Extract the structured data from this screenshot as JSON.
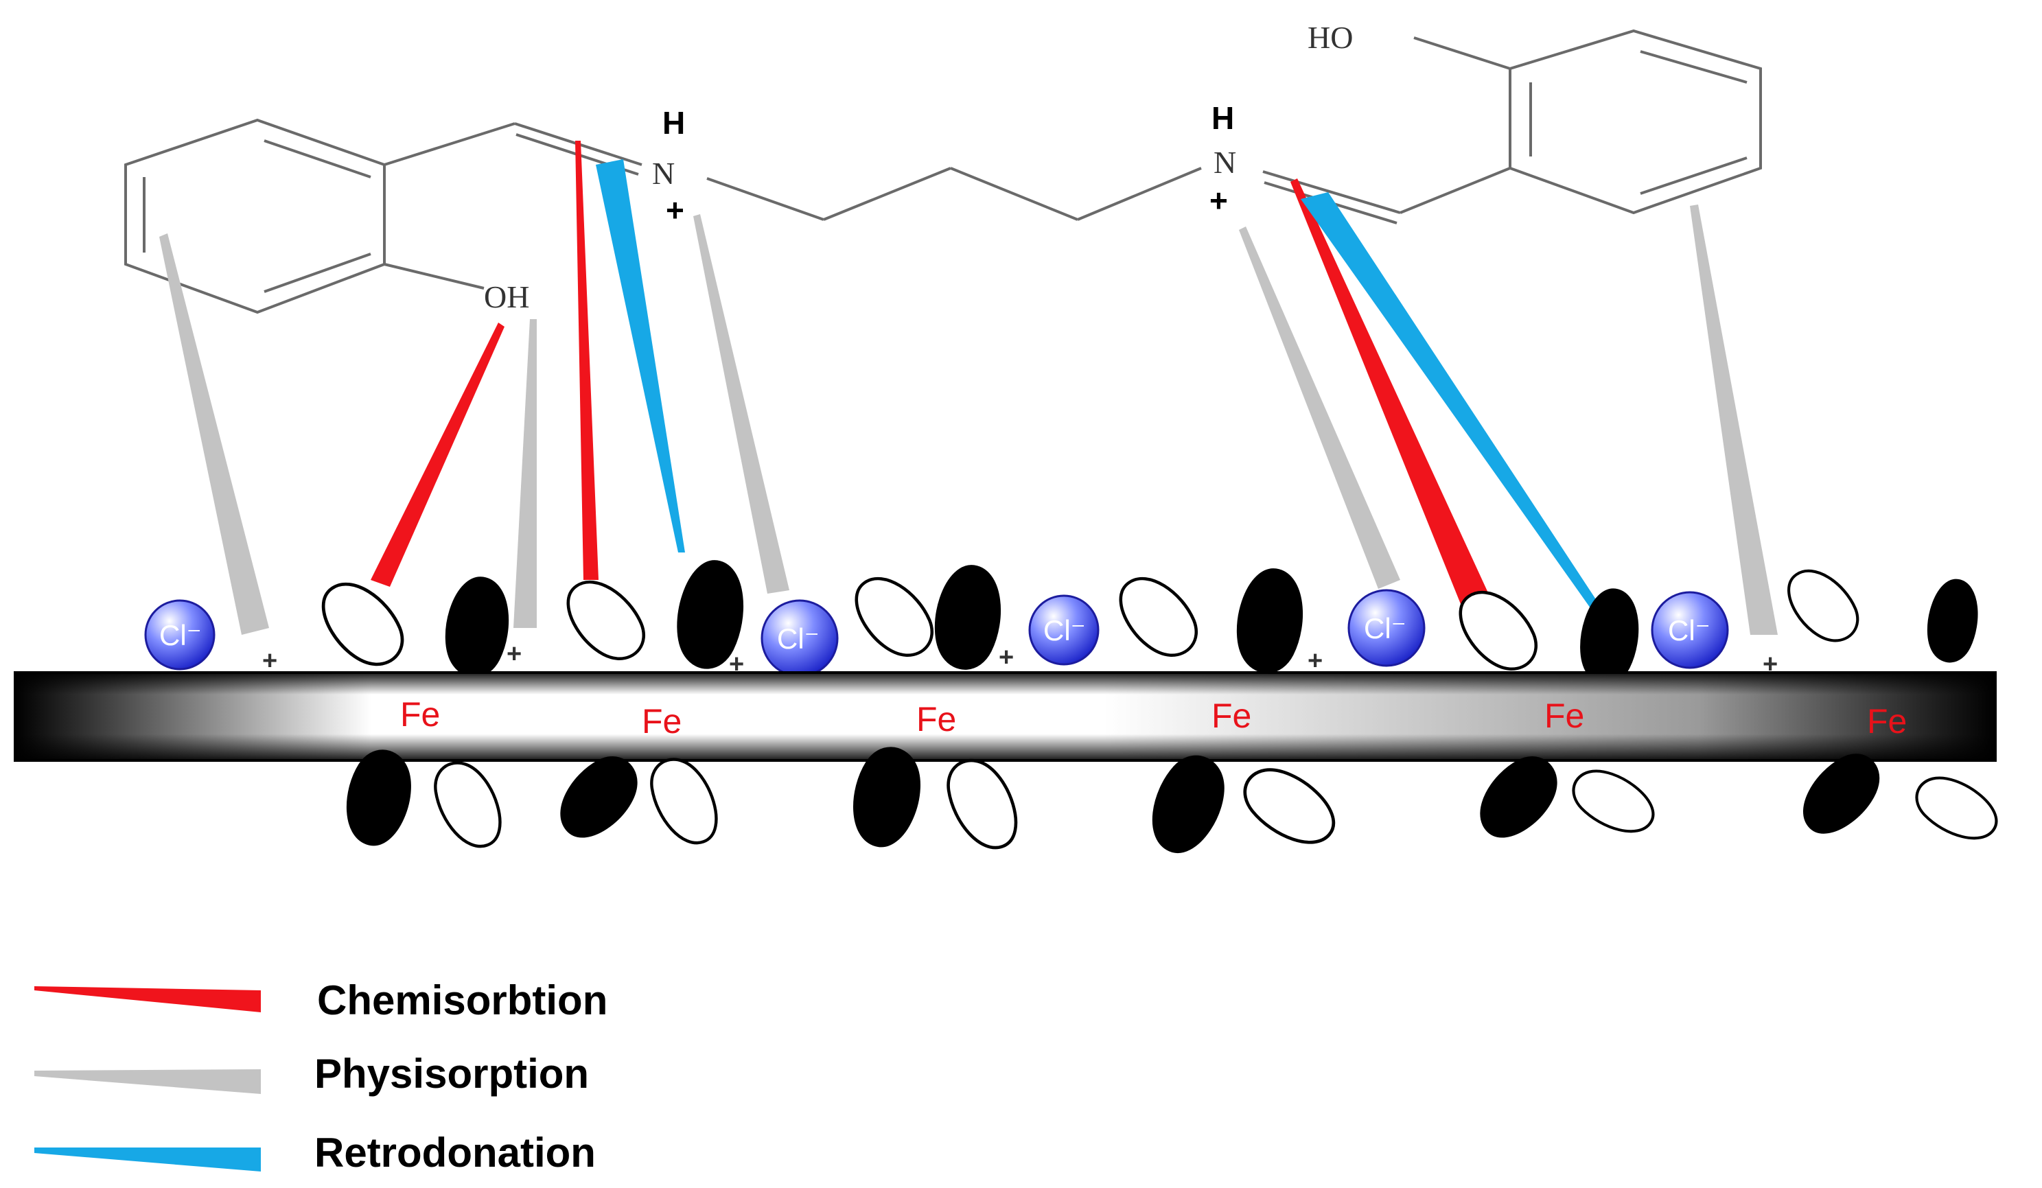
{
  "molecule": {
    "oh_right": "HO",
    "oh_left": "OH",
    "n_left": "N",
    "n_right": "N",
    "h_left": "H",
    "h_right": "H",
    "plus_left": "+",
    "plus_right": "+"
  },
  "surface": {
    "fe_labels": [
      "Fe",
      "Fe",
      "Fe",
      "Fe",
      "Fe",
      "Fe"
    ],
    "chloride_labels": [
      "Cl⁻",
      "Cl⁻",
      "Cl⁻",
      "Cl⁻",
      "Cl⁻"
    ],
    "surface_plus": [
      "+",
      "+",
      "+",
      "+",
      "+",
      "+"
    ]
  },
  "legend": {
    "items": [
      {
        "label": "Chemisorbtion",
        "color": "#f0141c"
      },
      {
        "label": "Physisorption",
        "color": "#c3c3c3"
      },
      {
        "label": "Retrodonation",
        "color": "#17a8e6"
      }
    ]
  },
  "colors": {
    "chemisorption": "#f0141c",
    "physisorption": "#c3c3c3",
    "retrodonation": "#17a8e6",
    "fe_text": "#e8121a",
    "chloride": "#2a2fd6"
  }
}
